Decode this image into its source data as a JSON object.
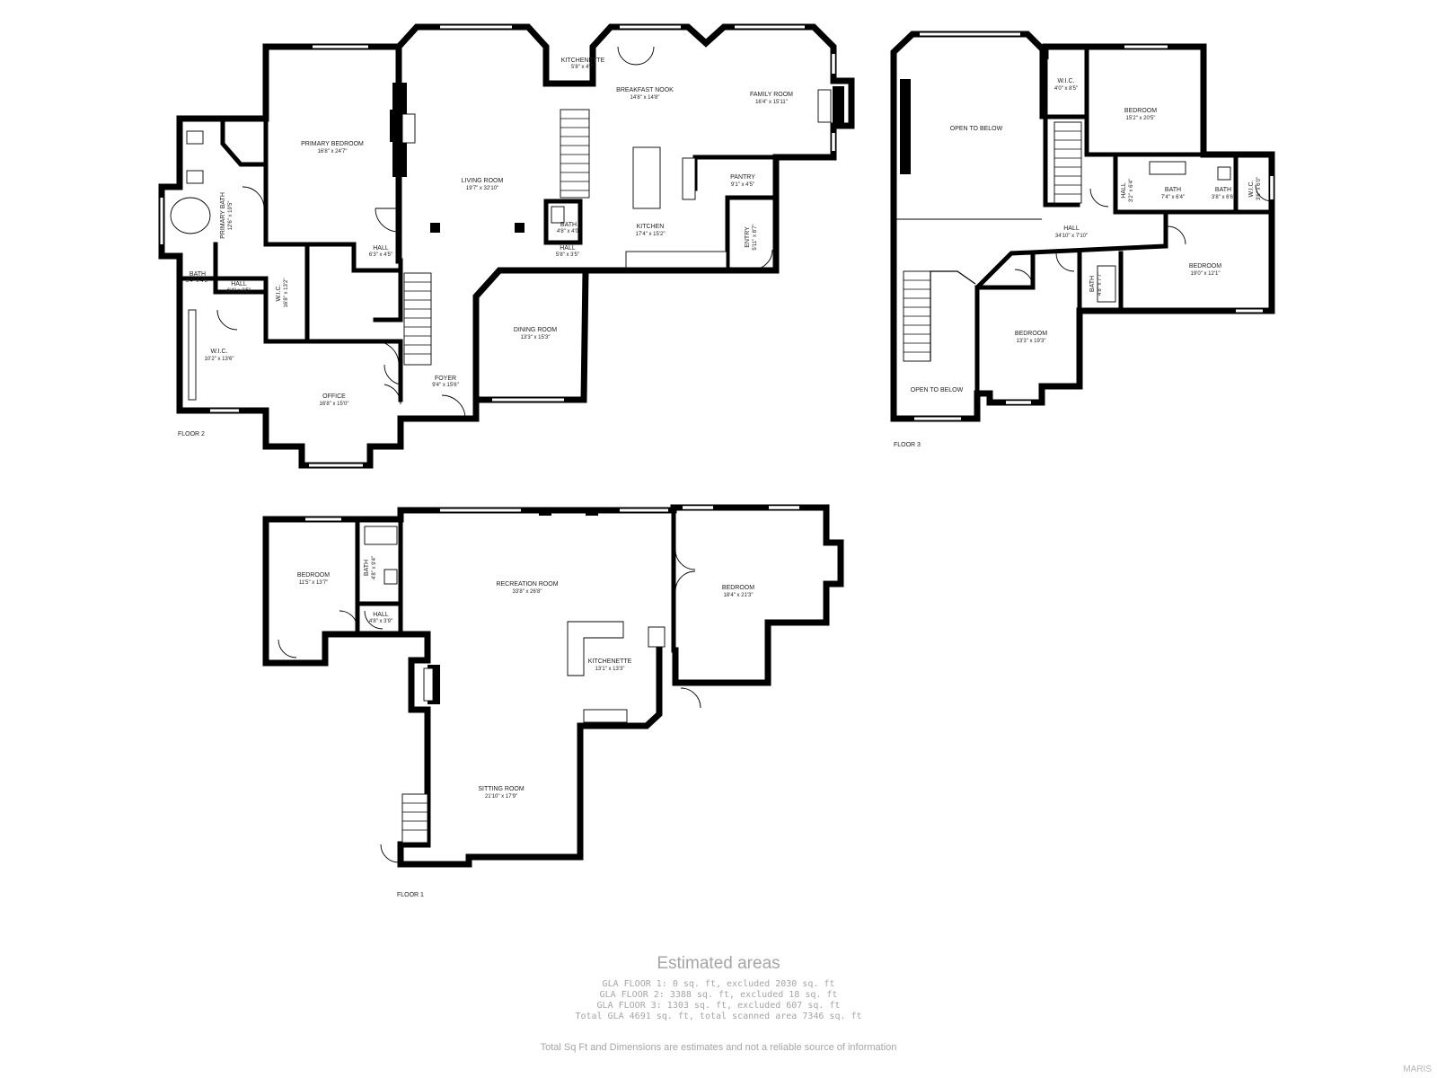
{
  "floors": [
    {
      "label": "FLOOR 2",
      "rooms": [
        {
          "name": "PRIMARY BEDROOM",
          "dims": "16'8\" x 24'7\""
        },
        {
          "name": "PRIMARY BATH",
          "dims": "12'6\" x 19'5\""
        },
        {
          "name": "BATH",
          "dims": "3'4\" x 4'5\""
        },
        {
          "name": "HALL",
          "dims": "6'4\" x 3'5\""
        },
        {
          "name": "W.I.C.",
          "dims": "16'8\" x 13'2\""
        },
        {
          "name": "W.I.C.",
          "dims": "10'2\" x 13'6\""
        },
        {
          "name": "HALL",
          "dims": "6'3\" x 4'5\""
        },
        {
          "name": "OFFICE",
          "dims": "16'8\" x 15'0\""
        },
        {
          "name": "LIVING ROOM",
          "dims": "19'7\" x 32'10\""
        },
        {
          "name": "FOYER",
          "dims": "9'4\" x 15'6\""
        },
        {
          "name": "KITCHENETTE",
          "dims": "5'8\" x 4'7\""
        },
        {
          "name": "BREAKFAST NOOK",
          "dims": "14'8\" x 14'8\""
        },
        {
          "name": "FAMILY ROOM",
          "dims": "16'4\" x 15'11\""
        },
        {
          "name": "PANTRY",
          "dims": "9'1\" x 4'5\""
        },
        {
          "name": "KITCHEN",
          "dims": "17'4\" x 15'2\""
        },
        {
          "name": "ENTRY",
          "dims": "5'11\" x 8'7\""
        },
        {
          "name": "BATH",
          "dims": "4'8\" x 4'0\""
        },
        {
          "name": "HALL",
          "dims": "5'8\" x 3'5\""
        },
        {
          "name": "DINING ROOM",
          "dims": "13'3\" x 15'3\""
        }
      ]
    },
    {
      "label": "FLOOR 3",
      "rooms": [
        {
          "name": "OPEN TO BELOW",
          "dims": ""
        },
        {
          "name": "W.I.C.",
          "dims": "4'0\" x 8'5\""
        },
        {
          "name": "BEDROOM",
          "dims": "15'2\" x 20'5\""
        },
        {
          "name": "HALL",
          "dims": "3'2\" x 6'4\""
        },
        {
          "name": "BATH",
          "dims": "7'4\" x 6'4\""
        },
        {
          "name": "BATH",
          "dims": "3'8\" x 6'6\""
        },
        {
          "name": "W.I.C.",
          "dims": "3'6\" x 6'0\""
        },
        {
          "name": "HALL",
          "dims": "34'10\" x 7'10\""
        },
        {
          "name": "BATH",
          "dims": "4'8\" x 7'7\""
        },
        {
          "name": "BEDROOM",
          "dims": "19'0\" x 12'1\""
        },
        {
          "name": "BEDROOM",
          "dims": "13'3\" x 19'3\""
        },
        {
          "name": "OPEN TO BELOW",
          "dims": ""
        }
      ]
    },
    {
      "label": "FLOOR 1",
      "rooms": [
        {
          "name": "BEDROOM",
          "dims": "11'5\" x 13'7\""
        },
        {
          "name": "BATH",
          "dims": "4'8\" x 9'4\""
        },
        {
          "name": "HALL",
          "dims": "4'8\" x 3'9\""
        },
        {
          "name": "RECREATION ROOM",
          "dims": "33'8\" x 26'8\""
        },
        {
          "name": "BEDROOM",
          "dims": "18'4\" x 21'3\""
        },
        {
          "name": "KITCHENETTE",
          "dims": "13'1\" x 13'3\""
        },
        {
          "name": "SITTING ROOM",
          "dims": "21'10\" x 17'9\""
        }
      ]
    }
  ],
  "estimated_areas": {
    "title": "Estimated areas",
    "lines": [
      "GLA FLOOR 1: 0 sq. ft, excluded 2030 sq. ft",
      "GLA FLOOR 2: 3388 sq. ft, excluded 18 sq. ft",
      "GLA FLOOR 3: 1303 sq. ft, excluded 607 sq. ft",
      "Total GLA 4691 sq. ft, total scanned area 7346 sq. ft"
    ]
  },
  "disclaimer": "Total Sq Ft and Dimensions are estimates and not a reliable source of information",
  "watermark": "MARIS"
}
